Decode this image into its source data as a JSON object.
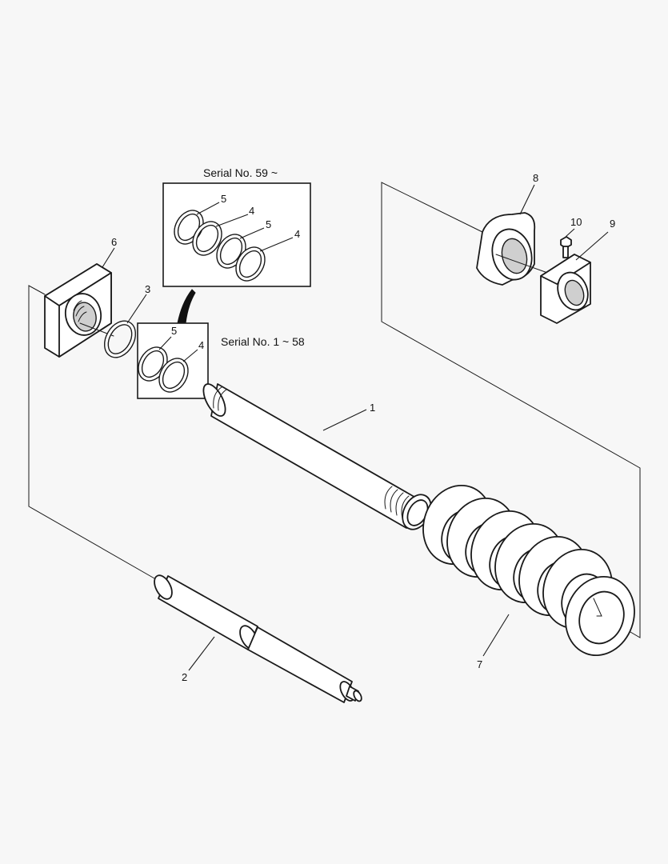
{
  "captions": {
    "upper_box": "Serial No. 59 ~",
    "lower_box": "Serial No. 1 ~ 58"
  },
  "callouts": {
    "c1": "1",
    "c2": "2",
    "c3": "3",
    "c4_top_a": "4",
    "c4_top_b": "4",
    "c4_bottom": "4",
    "c5_top_a": "5",
    "c5_top_b": "5",
    "c5_bottom": "5",
    "c6": "6",
    "c7": "7",
    "c8": "8",
    "c9": "9",
    "c10": "10"
  }
}
